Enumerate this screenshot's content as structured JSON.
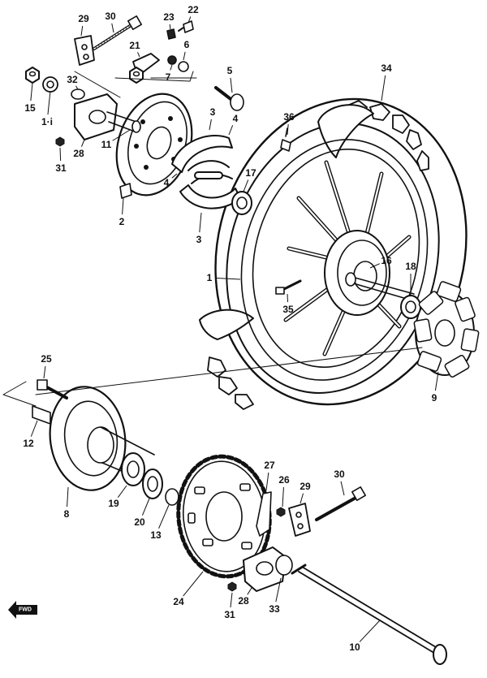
{
  "diagram": {
    "forward_marker_text": "FWD",
    "parts": [
      {
        "id": "p29a",
        "label": "29"
      },
      {
        "id": "p30a",
        "label": "30"
      },
      {
        "id": "p23",
        "label": "23"
      },
      {
        "id": "p22",
        "label": "22"
      },
      {
        "id": "p21",
        "label": "21"
      },
      {
        "id": "p6",
        "label": "6"
      },
      {
        "id": "p7",
        "label": "7"
      },
      {
        "id": "p15",
        "label": "15"
      },
      {
        "id": "p14",
        "label": "1·i"
      },
      {
        "id": "p32",
        "label": "32"
      },
      {
        "id": "p28a",
        "label": "28"
      },
      {
        "id": "p11",
        "label": "11"
      },
      {
        "id": "p31a",
        "label": "31"
      },
      {
        "id": "p2",
        "label": "2"
      },
      {
        "id": "p5",
        "label": "5"
      },
      {
        "id": "p3a",
        "label": "3"
      },
      {
        "id": "p4a",
        "label": "4"
      },
      {
        "id": "p4b",
        "label": "4"
      },
      {
        "id": "p3b",
        "label": "3"
      },
      {
        "id": "p17",
        "label": "17"
      },
      {
        "id": "p36",
        "label": "36"
      },
      {
        "id": "p34",
        "label": "34"
      },
      {
        "id": "p1",
        "label": "1"
      },
      {
        "id": "p16",
        "label": "16"
      },
      {
        "id": "p18",
        "label": "18"
      },
      {
        "id": "p35",
        "label": "35"
      },
      {
        "id": "p9",
        "label": "9"
      },
      {
        "id": "p25",
        "label": "25"
      },
      {
        "id": "p12",
        "label": "12"
      },
      {
        "id": "p8",
        "label": "8"
      },
      {
        "id": "p19",
        "label": "19"
      },
      {
        "id": "p20",
        "label": "20"
      },
      {
        "id": "p13",
        "label": "13"
      },
      {
        "id": "p24",
        "label": "24"
      },
      {
        "id": "p27",
        "label": "27"
      },
      {
        "id": "p26",
        "label": "26"
      },
      {
        "id": "p29b",
        "label": "29"
      },
      {
        "id": "p30b",
        "label": "30"
      },
      {
        "id": "p28b",
        "label": "28"
      },
      {
        "id": "p31b",
        "label": "31"
      },
      {
        "id": "p33",
        "label": "33"
      },
      {
        "id": "p10",
        "label": "10"
      }
    ]
  }
}
